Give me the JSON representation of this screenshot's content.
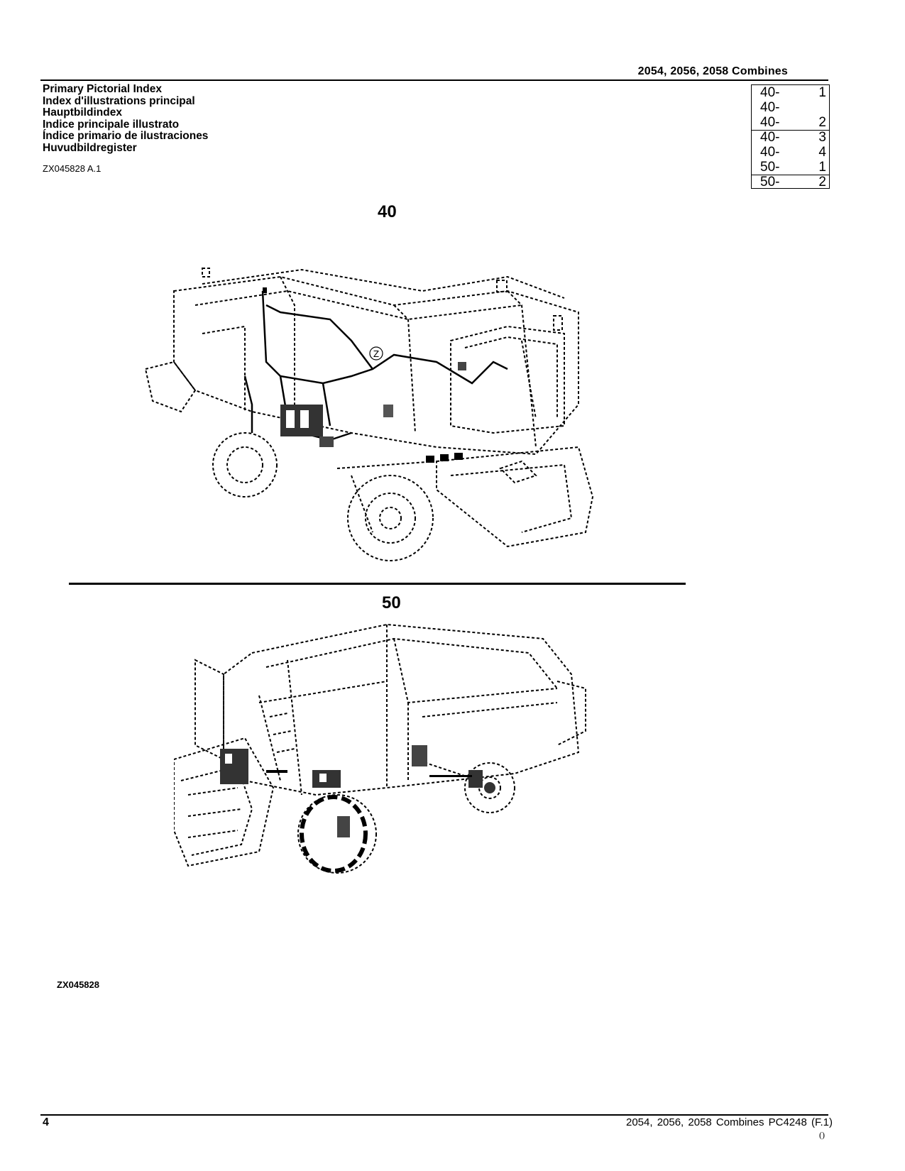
{
  "header": {
    "title": "2054,  2056,  2058 Combines"
  },
  "index_titles": [
    "Primary Pictorial Index",
    "Index d'illustrations principal",
    "Hauptbildindex",
    "Indice principale illustrato",
    "Índice primario de ilustraciones",
    "Huvudbildregister"
  ],
  "figure_ref": "ZX045828 A.1",
  "ref_table": [
    {
      "prefix": "40-",
      "num": "1"
    },
    {
      "prefix": "40-",
      "num": ""
    },
    {
      "prefix": "40-",
      "num": "2"
    },
    {
      "prefix": "40-",
      "num": "3"
    },
    {
      "prefix": "40-",
      "num": "4"
    },
    {
      "prefix": "50-",
      "num": "1"
    },
    {
      "prefix": "50-",
      "num": "2"
    }
  ],
  "sections": [
    {
      "label": "40",
      "icon": "combine-electrical-harness-illustration",
      "callout": "Z"
    },
    {
      "label": "50",
      "icon": "combine-drive-components-illustration"
    }
  ],
  "figure_code": "ZX045828",
  "footer": {
    "page_number": "4",
    "text": "2054, 2056, 2058 Combines   PC4248   (F.1)",
    "mark": "()"
  }
}
